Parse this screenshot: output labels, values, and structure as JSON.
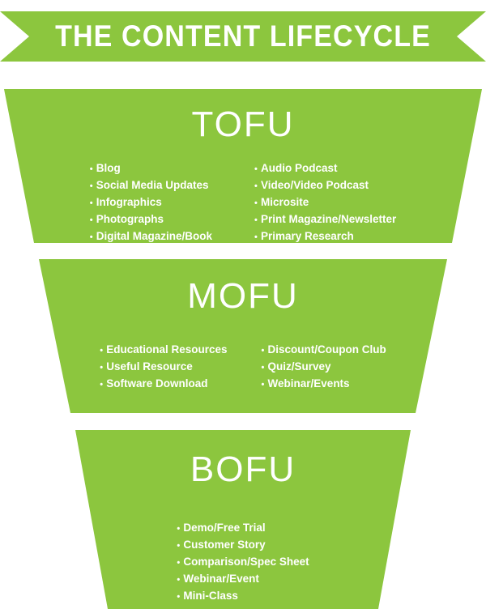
{
  "colors": {
    "brand_green": "#8CC63E",
    "text_on_green": "#FFFFFF",
    "background": "#FFFFFF"
  },
  "header": {
    "title": "THE CONTENT LIFECYCLE"
  },
  "funnel": {
    "stages": [
      {
        "id": "tofu",
        "title": "TOFU",
        "columns": [
          {
            "items": [
              "Blog",
              "Social Media Updates",
              "Infographics",
              "Photographs",
              "Digital Magazine/Book"
            ]
          },
          {
            "items": [
              "Audio Podcast",
              "Video/Video Podcast",
              "Microsite",
              "Print Magazine/Newsletter",
              "Primary Research"
            ]
          }
        ]
      },
      {
        "id": "mofu",
        "title": "MOFU",
        "columns": [
          {
            "items": [
              "Educational Resources",
              "Useful Resource",
              "Software Download"
            ]
          },
          {
            "items": [
              "Discount/Coupon Club",
              "Quiz/Survey",
              "Webinar/Events"
            ]
          }
        ]
      },
      {
        "id": "bofu",
        "title": "BOFU",
        "columns": [
          {
            "items": [
              "Demo/Free Trial",
              "Customer Story",
              "Comparison/Spec Sheet",
              "Webinar/Event",
              "Mini-Class"
            ]
          }
        ]
      }
    ]
  }
}
